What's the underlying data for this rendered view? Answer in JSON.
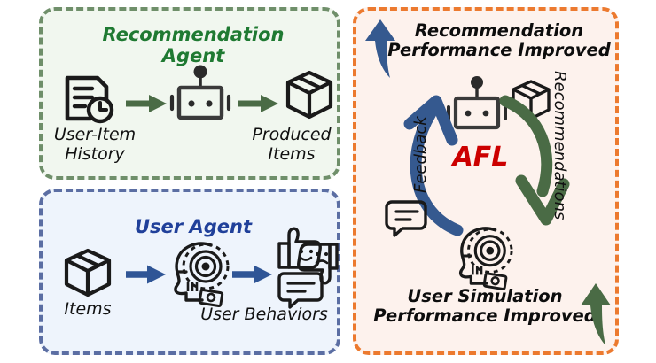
{
  "figure": {
    "type": "diagram",
    "description": "Agent-based recommendation framework with three panels: Recommendation Agent, User Agent, and an AFL mutual-improvement loop."
  },
  "colors": {
    "rec_panel_border": "#6f8f6a",
    "rec_panel_fill": "#f1f7ef",
    "rec_title_text": "#1f7a32",
    "rec_arrow": "#4a6b45",
    "user_panel_border": "#5b6ea3",
    "user_panel_fill": "#eef4fc",
    "user_title_text": "#20409a",
    "user_arrow": "#2f5596",
    "afl_panel_border": "#ec7a2f",
    "afl_panel_fill": "#fdf2ed",
    "afl_text": "#cc0000",
    "feedback_arrow": "#35598f",
    "recommend_arrow": "#4a6b45",
    "icon_stroke": "#1a1a1a",
    "heading_text": "#0d0d0d"
  },
  "panels": {
    "recommendation_agent": {
      "title": "Recommendation\nAgent",
      "nodes": [
        {
          "icon": "document-clock-icon",
          "label": "User-Item\nHistory"
        },
        {
          "icon": "robot-icon",
          "label": ""
        },
        {
          "icon": "package-box-icon",
          "label": "Produced\nItems"
        }
      ],
      "flow": [
        "User-Item History",
        "Recommendation Agent",
        "Produced Items"
      ]
    },
    "user_agent": {
      "title": "User Agent",
      "nodes": [
        {
          "icon": "package-box-icon",
          "label": "Items"
        },
        {
          "icon": "ai-head-icon",
          "label": ""
        },
        {
          "icon": "user-behaviors-icon",
          "label": "User Behaviors"
        }
      ],
      "flow": [
        "Items",
        "User Agent",
        "User Behaviors"
      ]
    },
    "afl_loop": {
      "center_label": "AFL",
      "top_heading": "Recommendation\nPerformance Improved",
      "bottom_heading": "User Simulation\nPerformance Improved",
      "edge_labels": {
        "left": "Feedback",
        "right": "Recommendations"
      },
      "nodes": [
        {
          "icon": "robot-icon",
          "role": "recommendation agent"
        },
        {
          "icon": "ai-head-icon",
          "role": "user simulation agent"
        },
        {
          "icon": "package-box-icon",
          "role": "recommendations payload"
        },
        {
          "icon": "speech-bubble-icon",
          "role": "feedback payload"
        }
      ],
      "arrows": [
        {
          "name": "feedback-arrow",
          "direction": "user-to-recommender",
          "color": "#35598f"
        },
        {
          "name": "recommendations-arrow",
          "direction": "recommender-to-user",
          "color": "#4a6b45"
        },
        {
          "name": "rec-improvement-arrow",
          "direction": "up",
          "color": "#35598f"
        },
        {
          "name": "user-improvement-arrow",
          "direction": "up",
          "color": "#4a6b45"
        }
      ]
    }
  }
}
